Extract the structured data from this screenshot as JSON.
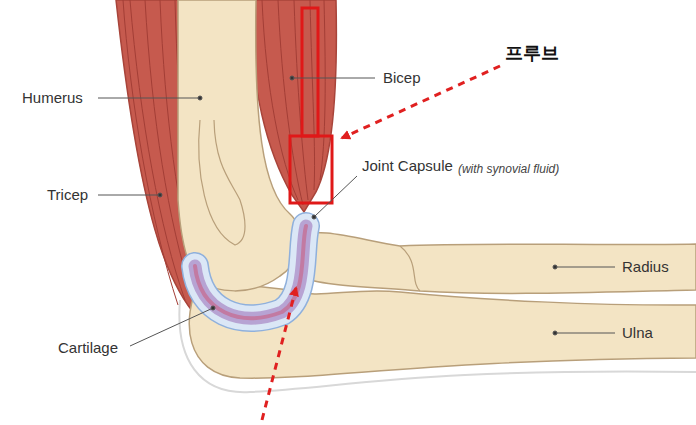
{
  "diagram": {
    "labels": [
      "Humerus",
      "Bicep",
      "Tricep",
      "Joint Capsule",
      "(with synovial fluid)",
      "Radius",
      "Ulna",
      "Cartilage",
      "프루브"
    ]
  }
}
